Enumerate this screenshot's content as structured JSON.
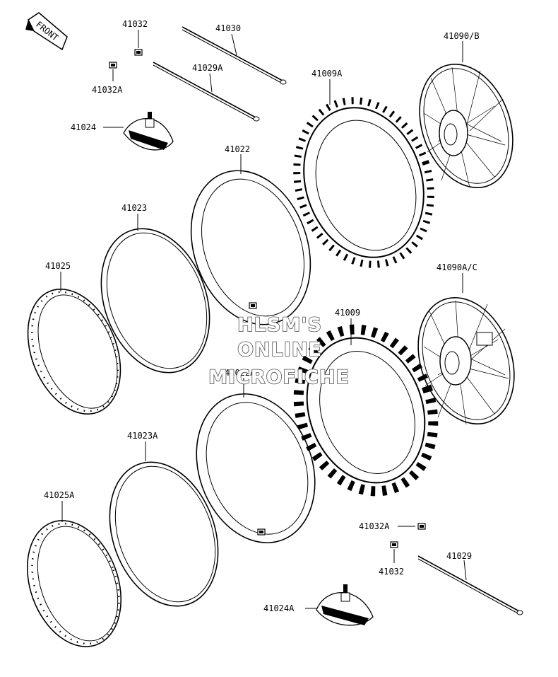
{
  "direction_tag": "FRONT",
  "watermark": {
    "line1": "HLSM'S",
    "line2": "ONLINE",
    "line3": "MICROFICHE"
  },
  "parts": {
    "p41032_top": "41032",
    "p41030": "41030",
    "p41032A_top": "41032A",
    "p41029A": "41029A",
    "p41024": "41024",
    "p41022": "41022",
    "p41023": "41023",
    "p41025": "41025",
    "p41009A": "41009A",
    "p41090B": "41090/B",
    "p41090AC": "41090A/C",
    "p41009": "41009",
    "p41022A": "41022A",
    "p41023A": "41023A",
    "p41025A": "41025A",
    "p41032A_bot": "41032A",
    "p41032_bot": "41032",
    "p41029": "41029",
    "p41024A": "41024A"
  },
  "colors": {
    "line": "#000000",
    "background": "#ffffff"
  }
}
